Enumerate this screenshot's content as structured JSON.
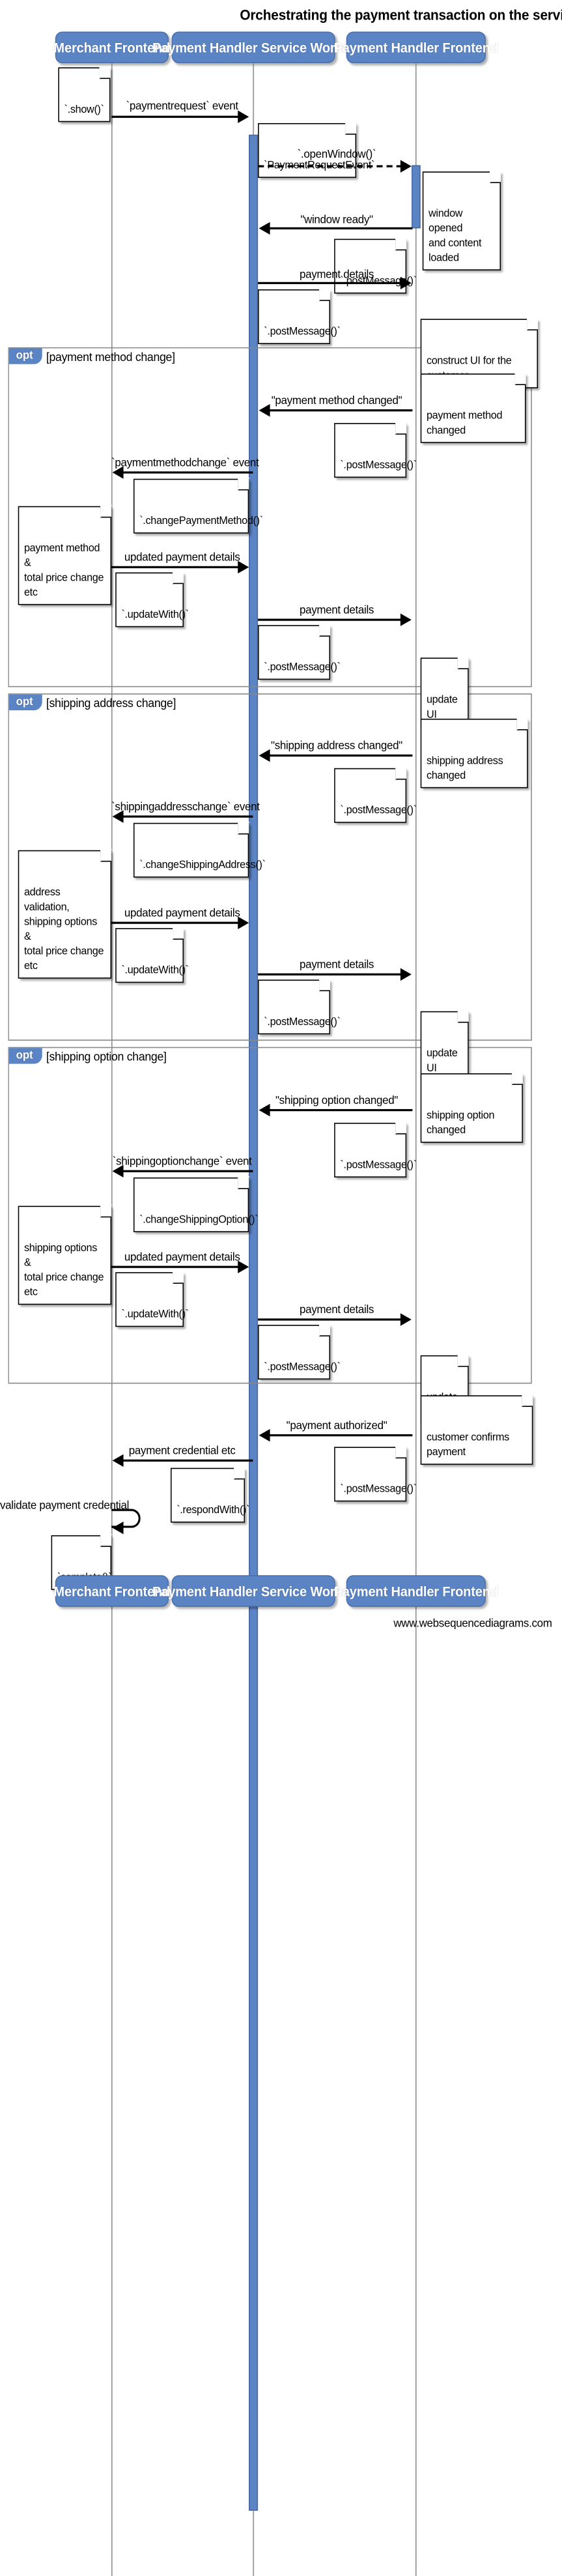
{
  "title": "Orchestrating the payment transaction on the service worker",
  "footer": {
    "credit": "www.websequencediagrams.com"
  },
  "actors": [
    {
      "id": "merchant",
      "label": "Merchant Frontend"
    },
    {
      "id": "sw",
      "label": "Payment Handler Service Worker"
    },
    {
      "id": "phf",
      "label": "Payment Handler Frontend"
    }
  ],
  "fragments": [
    {
      "id": "opt1",
      "type": "opt",
      "label": "[payment method change]"
    },
    {
      "id": "opt2",
      "type": "opt",
      "label": "[shipping address change]"
    },
    {
      "id": "opt3",
      "type": "opt",
      "label": "[shipping option change]"
    }
  ],
  "messages": [
    {
      "id": "m1",
      "label": "`paymentrequest` event",
      "from": "merchant",
      "to": "sw",
      "style": "solid"
    },
    {
      "id": "m2",
      "label": "`.openWindow()`",
      "from": "sw",
      "to": "phf",
      "style": "dashed"
    },
    {
      "id": "m3",
      "label": "\"window ready\"",
      "from": "phf",
      "to": "sw",
      "style": "solid"
    },
    {
      "id": "m4",
      "label": "payment details",
      "from": "sw",
      "to": "phf",
      "style": "solid"
    },
    {
      "id": "m5",
      "label": "\"payment method changed\"",
      "from": "phf",
      "to": "sw",
      "style": "solid"
    },
    {
      "id": "m6",
      "label": "`paymentmethodchange` event",
      "from": "sw",
      "to": "merchant",
      "style": "solid"
    },
    {
      "id": "m7",
      "label": "updated payment details",
      "from": "merchant",
      "to": "sw",
      "style": "solid"
    },
    {
      "id": "m8",
      "label": "payment details",
      "from": "sw",
      "to": "phf",
      "style": "solid"
    },
    {
      "id": "m9",
      "label": "\"shipping address changed\"",
      "from": "phf",
      "to": "sw",
      "style": "solid"
    },
    {
      "id": "m10",
      "label": "`shippingaddresschange` event",
      "from": "sw",
      "to": "merchant",
      "style": "solid"
    },
    {
      "id": "m11",
      "label": "updated payment details",
      "from": "merchant",
      "to": "sw",
      "style": "solid"
    },
    {
      "id": "m12",
      "label": "payment details",
      "from": "sw",
      "to": "phf",
      "style": "solid"
    },
    {
      "id": "m13",
      "label": "\"shipping option changed\"",
      "from": "phf",
      "to": "sw",
      "style": "solid"
    },
    {
      "id": "m14",
      "label": "`shippingoptionchange` event",
      "from": "sw",
      "to": "merchant",
      "style": "solid"
    },
    {
      "id": "m15",
      "label": "updated payment details",
      "from": "merchant",
      "to": "sw",
      "style": "solid"
    },
    {
      "id": "m16",
      "label": "payment details",
      "from": "sw",
      "to": "phf",
      "style": "solid"
    },
    {
      "id": "m17",
      "label": "\"payment authorized\"",
      "from": "phf",
      "to": "sw",
      "style": "solid"
    },
    {
      "id": "m18",
      "label": "payment credential etc",
      "from": "sw",
      "to": "merchant",
      "style": "solid"
    },
    {
      "id": "m19",
      "label": "validate payment credential",
      "from": "merchant",
      "to": "merchant",
      "style": "self"
    }
  ],
  "notes": [
    {
      "id": "n1",
      "text": "`.show()`"
    },
    {
      "id": "n2",
      "text": "`PaymentRequestEvent`"
    },
    {
      "id": "n3",
      "text": "window opened\nand content loaded"
    },
    {
      "id": "n4",
      "text": "`.postMessage()`"
    },
    {
      "id": "n5",
      "text": "`.postMessage()`"
    },
    {
      "id": "n6",
      "text": "construct UI for the customer"
    },
    {
      "id": "n7",
      "text": "payment method changed"
    },
    {
      "id": "n8",
      "text": "`.postMessage()`"
    },
    {
      "id": "n9",
      "text": "`.changePaymentMethod()`"
    },
    {
      "id": "n10",
      "text": "payment method &\ntotal price change etc"
    },
    {
      "id": "n11",
      "text": "`.updateWith()`"
    },
    {
      "id": "n12",
      "text": "`.postMessage()`"
    },
    {
      "id": "n13",
      "text": "update UI"
    },
    {
      "id": "n14",
      "text": "shipping address changed"
    },
    {
      "id": "n15",
      "text": "`.postMessage()`"
    },
    {
      "id": "n16",
      "text": "`.changeShippingAddress()`"
    },
    {
      "id": "n17",
      "text": "address validation,\nshipping options &\ntotal price change etc"
    },
    {
      "id": "n18",
      "text": "`.updateWith()`"
    },
    {
      "id": "n19",
      "text": "`.postMessage()`"
    },
    {
      "id": "n20",
      "text": "update UI"
    },
    {
      "id": "n21",
      "text": "shipping option changed"
    },
    {
      "id": "n22",
      "text": "`.postMessage()`"
    },
    {
      "id": "n23",
      "text": "`.changeShippingOption()`"
    },
    {
      "id": "n24",
      "text": "shipping options &\ntotal price change etc"
    },
    {
      "id": "n25",
      "text": "`.updateWith()`"
    },
    {
      "id": "n26",
      "text": "`.postMessage()`"
    },
    {
      "id": "n27",
      "text": "update UI"
    },
    {
      "id": "n28",
      "text": "customer confirms payment"
    },
    {
      "id": "n29",
      "text": "`.postMessage()`"
    },
    {
      "id": "n30",
      "text": "`.respondWith()`"
    },
    {
      "id": "n31",
      "text": "`complete()`"
    }
  ],
  "colors": {
    "actor_fill": "#5b84c4",
    "activation_fill": "#5b84c4",
    "lifeline": "#888888",
    "frame": "#888888",
    "text": "#000000"
  }
}
